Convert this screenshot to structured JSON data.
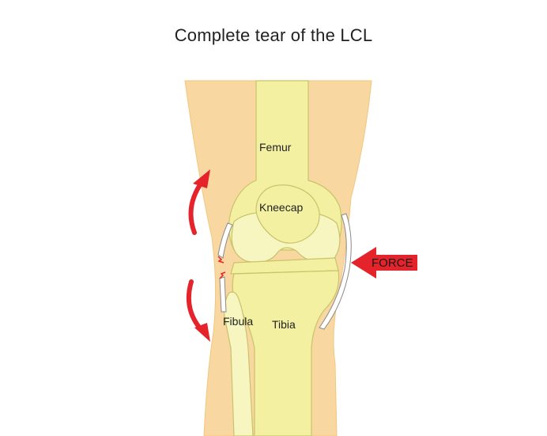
{
  "title": "Complete tear of the LCL",
  "labels": {
    "femur": "Femur",
    "kneecap": "Kneecap",
    "fibula": "Fibula",
    "tibia": "Tibia",
    "force": "FORCE"
  },
  "colors": {
    "skin": "#f9d7a0",
    "skin_outline": "#f3c680",
    "bone": "#f3f0a2",
    "bone_light": "#f7f5c0",
    "bone_outline": "#c9c36a",
    "ligament": "#ffffff",
    "ligament_outline": "#8a8a8a",
    "arrow": "#e5232b",
    "text": "#222222"
  }
}
